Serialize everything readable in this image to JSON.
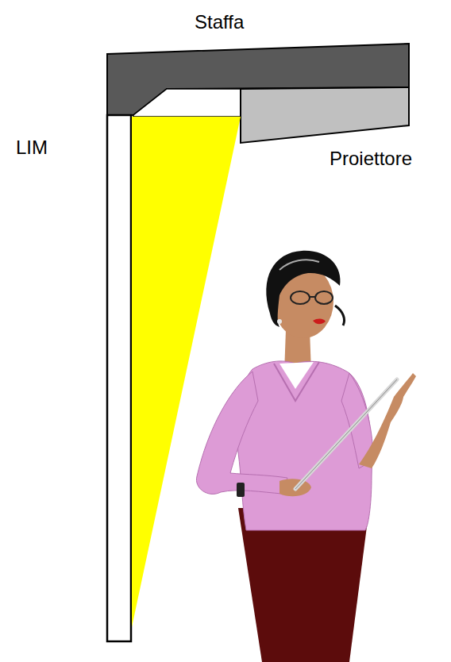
{
  "diagram": {
    "labels": [
      "Staffa",
      "LIM",
      "Proiettore"
    ]
  }
}
